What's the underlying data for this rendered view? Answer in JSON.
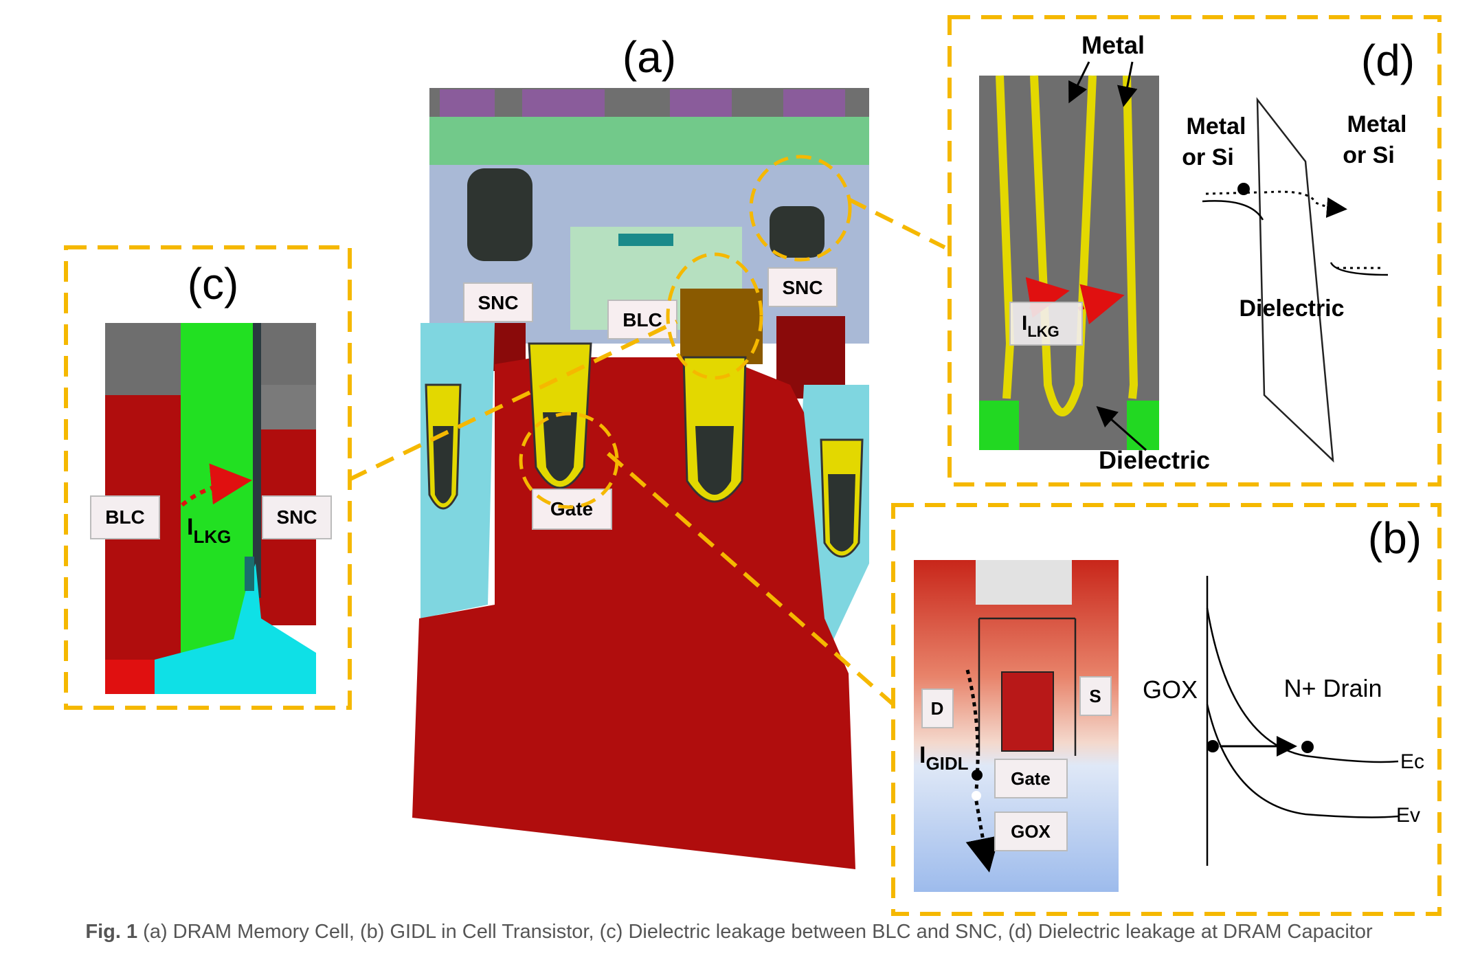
{
  "panels": {
    "a": {
      "letter": "(a)",
      "snc_left": "SNC",
      "snc_right": "SNC",
      "blc": "BLC",
      "gate": "Gate"
    },
    "b": {
      "letter": "(b)",
      "d": "D",
      "s": "S",
      "i_gidl_main": "I",
      "i_gidl_sub": "GIDL",
      "gate": "Gate",
      "gox_box": "GOX",
      "gox": "GOX",
      "n_drain": "N+ Drain",
      "ec": "Ec",
      "ev": "Ev"
    },
    "c": {
      "letter": "(c)",
      "blc": "BLC",
      "snc": "SNC",
      "i_lkg_main": "I",
      "i_lkg_sub": "LKG"
    },
    "d": {
      "letter": "(d)",
      "metal_top": "Metal",
      "metal_left_1": "Metal",
      "metal_left_2": "or Si",
      "metal_right_1": "Metal",
      "metal_right_2": "or Si",
      "dielectric_band": "Dielectric",
      "dielectric_bottom": "Dielectric",
      "i_lkg_main": "I",
      "i_lkg_sub": "LKG"
    }
  },
  "caption": {
    "prefix": "Fig. 1",
    "text": " (a) DRAM Memory Cell, (b) GIDL in Cell Transistor, (c) Dielectric leakage between BLC and SNC, (d) Dielectric leakage at DRAM Capacitor"
  },
  "colors": {
    "callout": "#f5b800",
    "silicon_red": "#b00d0d",
    "nitride_green": "#22e022",
    "oxide_cyan": "#7fd6e0",
    "liner_yellow": "#e3d800",
    "metal_gray": "#6e6e6e"
  }
}
